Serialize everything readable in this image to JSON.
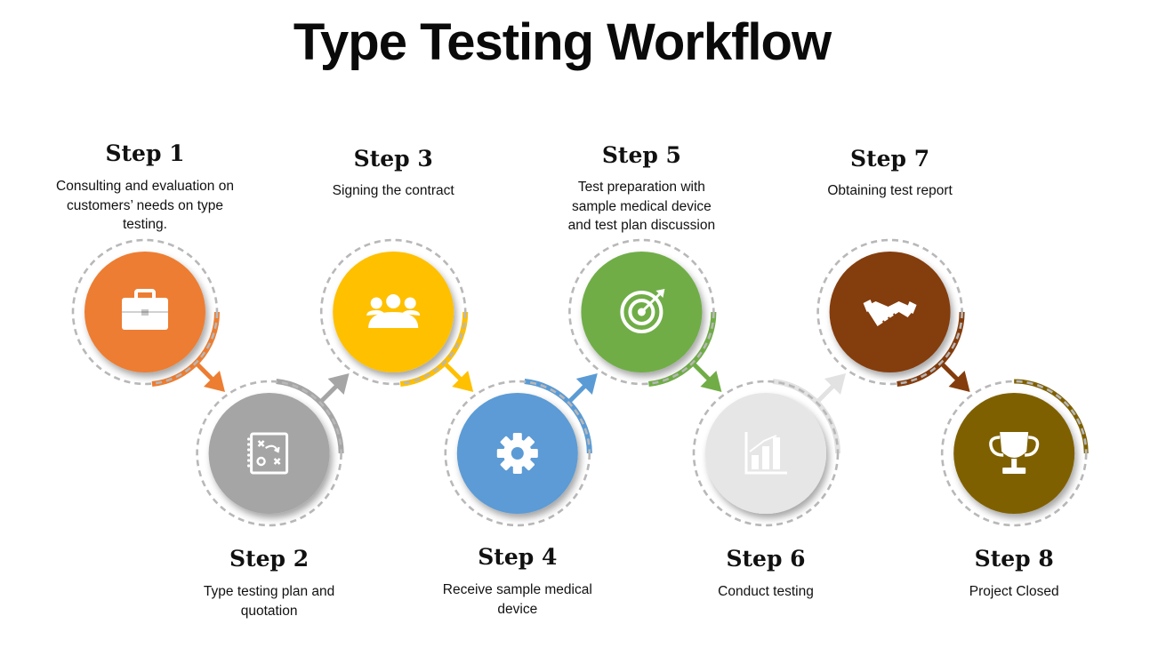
{
  "title": "Type Testing Workflow",
  "ring_color": "#b8b8b8",
  "steps": [
    {
      "label": "Step 1",
      "description": "Consulting and evaluation on customers’ needs on type testing.",
      "color": "#ed7d31",
      "icon": "briefcase-icon",
      "row": "top"
    },
    {
      "label": "Step 2",
      "description": "Type testing plan and quotation",
      "color": "#a5a5a5",
      "icon": "strategy-board-icon",
      "row": "bottom"
    },
    {
      "label": "Step 3",
      "description": "Signing the contract",
      "color": "#ffc000",
      "icon": "meeting-group-icon",
      "row": "top"
    },
    {
      "label": "Step 4",
      "description": "Receive sample medical device",
      "color": "#5b9bd5",
      "icon": "gear-icon",
      "row": "bottom"
    },
    {
      "label": "Step 5",
      "description": "Test preparation with sample medical device and test plan discussion",
      "color": "#70ad47",
      "icon": "target-icon",
      "row": "top"
    },
    {
      "label": "Step 6",
      "description": "Conduct testing",
      "color": "#e7e6e6",
      "icon": "bar-chart-icon",
      "row": "bottom"
    },
    {
      "label": "Step 7",
      "description": "Obtaining test report",
      "color": "#843c0c",
      "icon": "handshake-icon",
      "row": "top"
    },
    {
      "label": "Step 8",
      "description": "Project Closed",
      "color": "#7f6000",
      "icon": "trophy-icon",
      "row": "bottom"
    }
  ]
}
